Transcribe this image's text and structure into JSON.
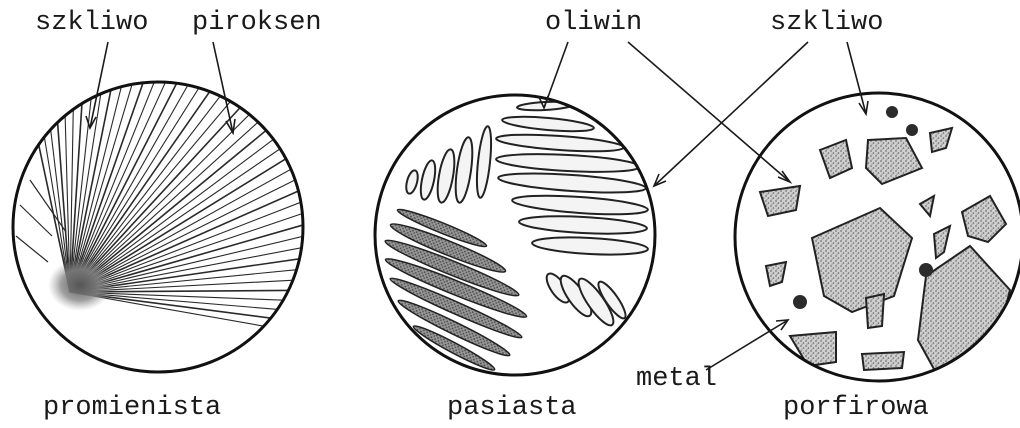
{
  "labels": {
    "szkliwo_left": "szkliwo",
    "piroksen": "piroksen",
    "oliwin": "oliwin",
    "szkliwo_right": "szkliwo",
    "metal": "metal"
  },
  "captions": {
    "left": "promienista",
    "middle": "pasiasta",
    "right": "porfirowa"
  }
}
